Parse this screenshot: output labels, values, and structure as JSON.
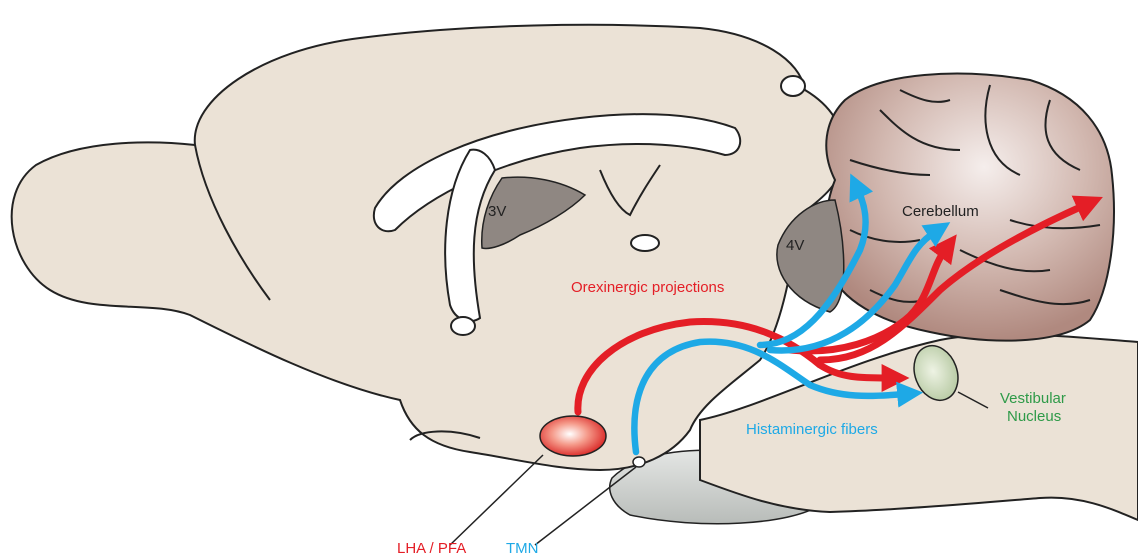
{
  "labels": {
    "ventricle_3": "3V",
    "ventricle_4": "4V",
    "cerebellum": "Cerebellum",
    "orexinergic": "Orexinergic projections",
    "histaminergic": "Histaminergic fibers",
    "vestibular_line1": "Vestibular",
    "vestibular_line2": "Nucleus",
    "lha_pfa": "LHA / PFA",
    "tmn": "TMN"
  },
  "colors": {
    "brain_fill": "#ebe2d6",
    "cerebellum_fill": "#c2a299",
    "ventricle_fill": "#8f8782",
    "orexin": "#e41e26",
    "histamine": "#1ea9e6",
    "vestibular": "#2e9a48",
    "pons_fill": "#c8cbc9"
  }
}
